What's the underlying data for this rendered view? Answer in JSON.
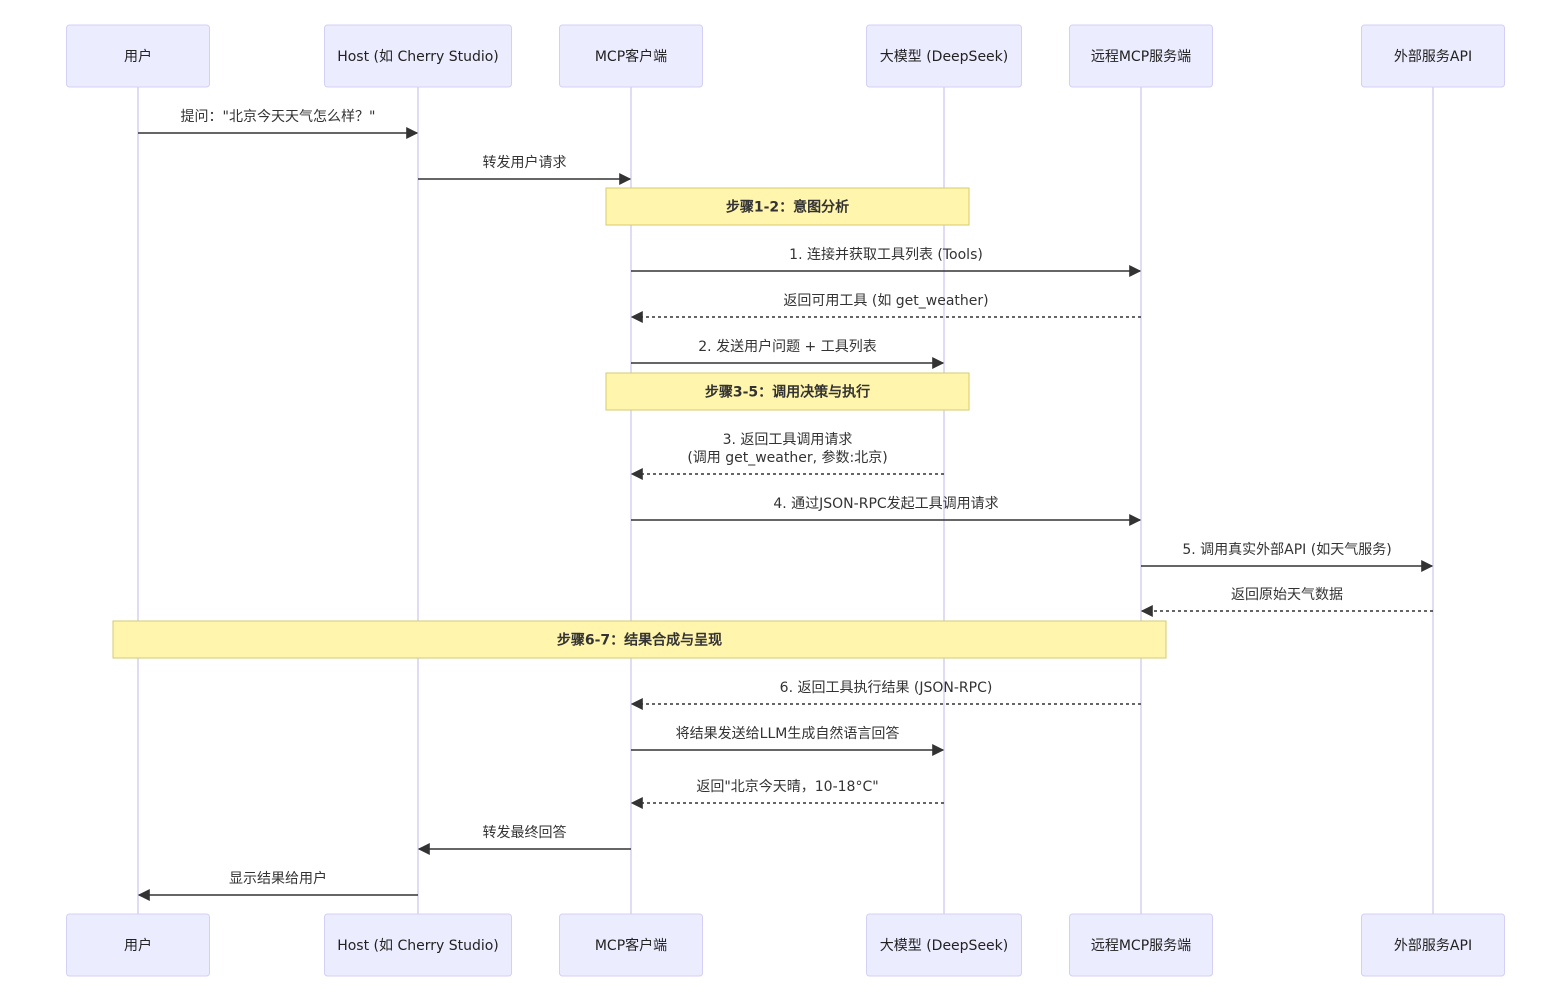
{
  "colors": {
    "actor_fill": "#ECECFF",
    "actor_border": "#D4CFF6",
    "lifeline": "#D6D1F2",
    "note_fill": "#FFF5AD",
    "note_border": "#D6CB6E",
    "message": "#333333"
  },
  "actors": [
    {
      "id": "user",
      "label": "用户"
    },
    {
      "id": "host",
      "label": "Host (如 Cherry Studio)"
    },
    {
      "id": "client",
      "label": "MCP客户端"
    },
    {
      "id": "llm",
      "label": "大模型 (DeepSeek)"
    },
    {
      "id": "server",
      "label": "远程MCP服务端"
    },
    {
      "id": "api",
      "label": "外部服务API"
    }
  ],
  "steps": [
    {
      "kind": "message",
      "from": "user",
      "to": "host",
      "style": "solid",
      "lines": [
        "提问：\"北京今天天气怎么样？\""
      ]
    },
    {
      "kind": "message",
      "from": "host",
      "to": "client",
      "style": "solid",
      "lines": [
        "转发用户请求"
      ]
    },
    {
      "kind": "note",
      "over": [
        "client",
        "llm"
      ],
      "text": "步骤1-2：意图分析"
    },
    {
      "kind": "message",
      "from": "client",
      "to": "server",
      "style": "solid",
      "lines": [
        "1. 连接并获取工具列表 (Tools)"
      ]
    },
    {
      "kind": "message",
      "from": "server",
      "to": "client",
      "style": "dashed",
      "lines": [
        "返回可用工具 (如 get_weather)"
      ]
    },
    {
      "kind": "message",
      "from": "client",
      "to": "llm",
      "style": "solid",
      "lines": [
        "2. 发送用户问题 + 工具列表"
      ]
    },
    {
      "kind": "note",
      "over": [
        "client",
        "llm"
      ],
      "text": "步骤3-5：调用决策与执行"
    },
    {
      "kind": "message",
      "from": "llm",
      "to": "client",
      "style": "dashed",
      "lines": [
        "3. 返回工具调用请求",
        "(调用 get_weather, 参数:北京)"
      ]
    },
    {
      "kind": "message",
      "from": "client",
      "to": "server",
      "style": "solid",
      "lines": [
        "4. 通过JSON-RPC发起工具调用请求"
      ]
    },
    {
      "kind": "message",
      "from": "server",
      "to": "api",
      "style": "solid",
      "lines": [
        "5. 调用真实外部API (如天气服务)"
      ]
    },
    {
      "kind": "message",
      "from": "api",
      "to": "server",
      "style": "dashed",
      "lines": [
        "返回原始天气数据"
      ]
    },
    {
      "kind": "note",
      "over": [
        "user",
        "server"
      ],
      "text": "步骤6-7：结果合成与呈现"
    },
    {
      "kind": "message",
      "from": "server",
      "to": "client",
      "style": "dashed",
      "lines": [
        "6. 返回工具执行结果 (JSON-RPC)"
      ]
    },
    {
      "kind": "message",
      "from": "client",
      "to": "llm",
      "style": "solid",
      "lines": [
        "将结果发送给LLM生成自然语言回答"
      ]
    },
    {
      "kind": "message",
      "from": "llm",
      "to": "client",
      "style": "dashed",
      "lines": [
        "返回\"北京今天晴，10-18°C\""
      ]
    },
    {
      "kind": "message",
      "from": "client",
      "to": "host",
      "style": "solid",
      "lines": [
        "转发最终回答"
      ]
    },
    {
      "kind": "message",
      "from": "host",
      "to": "user",
      "style": "solid",
      "lines": [
        "显示结果给用户"
      ]
    }
  ]
}
